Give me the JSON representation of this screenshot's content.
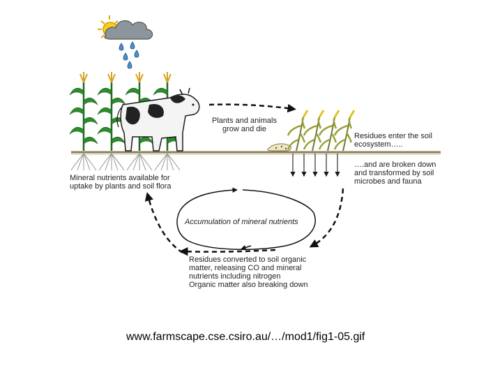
{
  "labels": {
    "plants_grow": [
      "Plants and animals",
      "grow and die"
    ],
    "residues_enter": [
      "Residues enter the soil",
      "ecosystem….."
    ],
    "broken_down": [
      "….and are broken down",
      "and transformed by soil",
      "microbes and fauna"
    ],
    "mineral_available": [
      "Mineral nutrients available for",
      "uptake by plants and soil flora"
    ],
    "accumulation": "Accumulation of mineral nutrients",
    "converted": [
      "Residues converted to soil organic",
      "matter, releasing CO  and mineral",
      "nutrients including nitrogen",
      "Organic matter also breaking down"
    ]
  },
  "source_url": "www.farmscape.cse.csiro.au/…/mod1/fig1-05.gif",
  "colors": {
    "leaf_green": "#2e8b2e",
    "tassel": "#d8a020",
    "wilted": "#9aa03a",
    "soil_line": "#8a7f5a",
    "root_gray": "#9a9a9a",
    "rain_blue": "#4a8fd0",
    "sun_yellow": "#f6d21a",
    "cloud_gray": "#8c959c",
    "arrow": "#111111"
  },
  "icons": [
    "sun-icon",
    "cloud-icon",
    "raindrop-icon",
    "corn-plant-icon",
    "cow-icon",
    "wilted-plant-icon",
    "residue-icon",
    "root-icon"
  ]
}
